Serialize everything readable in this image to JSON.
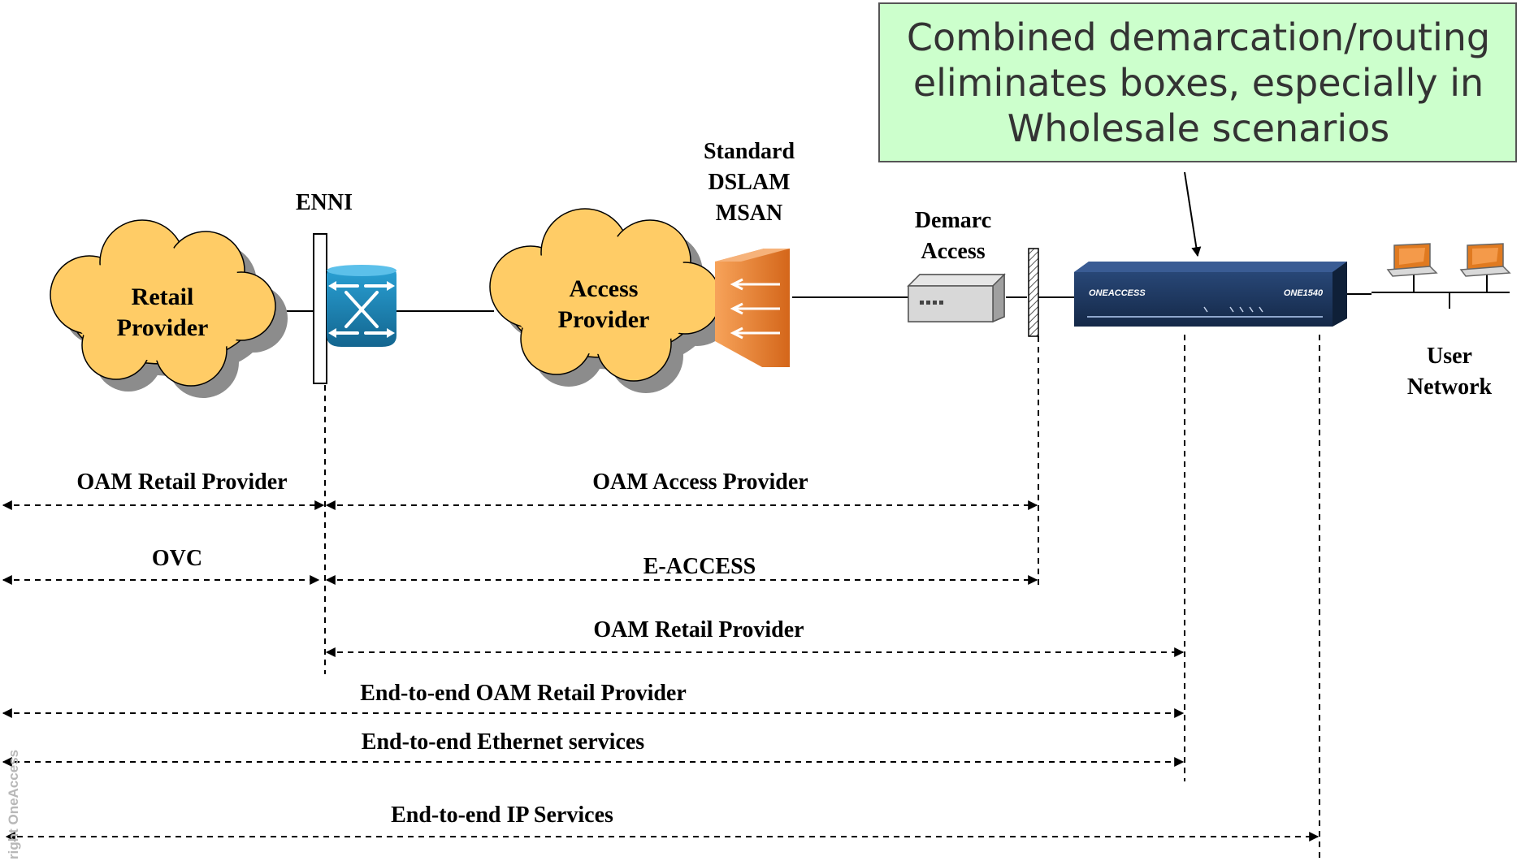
{
  "callout": {
    "lines": [
      "Combined demarcation/routing",
      "eliminates boxes, especially in",
      "Wholesale scenarios"
    ],
    "fill": "#ccffcc"
  },
  "clouds": {
    "retail": [
      "Retail",
      "Provider"
    ],
    "access": [
      "Access",
      "Provider"
    ]
  },
  "labels": {
    "enni": "ENNI",
    "dslam": [
      "Standard",
      "DSLAM",
      "MSAN"
    ],
    "demarc": [
      "Demarc",
      "Access"
    ],
    "user_network": [
      "User",
      "Network"
    ]
  },
  "devices": {
    "router_brand": "ONEACCESS",
    "router_model": "ONE1540"
  },
  "spans": {
    "oam_retail_1": "OAM Retail Provider",
    "oam_access": "OAM Access Provider",
    "ovc": "OVC",
    "e_access": "E-ACCESS",
    "oam_retail_2": "OAM Retail Provider",
    "e2e_oam": "End-to-end OAM Retail Provider",
    "e2e_eth": "End-to-end Ethernet services",
    "e2e_ip": "End-to-end IP Services"
  },
  "watermark": "right OneAccess",
  "colors": {
    "cloud": "#ffcc66",
    "cloud_shadow": "#8c8c8c",
    "switch": "#1e88b8",
    "dslam": "#e07a20",
    "router": "#1f3a68"
  }
}
